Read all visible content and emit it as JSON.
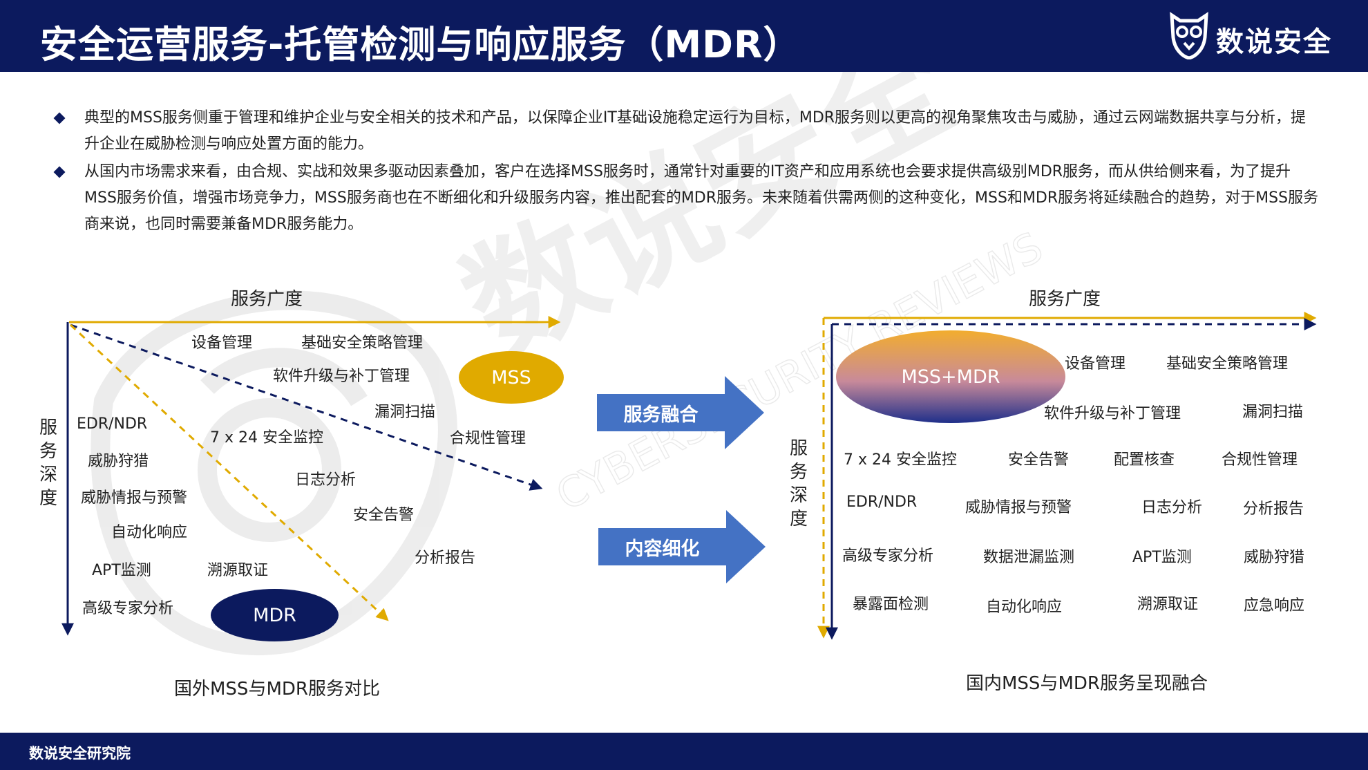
{
  "header": {
    "title": "安全运营服务-托管检测与响应服务（MDR）"
  },
  "logo": {
    "text": "数说安全"
  },
  "footer": {
    "text": "数说安全研究院"
  },
  "colors": {
    "navy": "#0c1a5e",
    "gold": "#e0aa00",
    "arrow_blue": "#4472c4"
  },
  "bullets": [
    "典型的MSS服务侧重于管理和维护企业与安全相关的技术和产品，以保障企业IT基础设施稳定运行为目标，MDR服务则以更高的视角聚焦攻击与威胁，通过云网端数据共享与分析，提升企业在威胁检测与响应处置方面的能力。",
    "从国内市场需求来看，由合规、实战和效果多驱动因素叠加，客户在选择MSS服务时，通常针对重要的IT资产和应用系统也会要求提供高级别MDR服务，而从供给侧来看，为了提升MSS服务价值，增强市场竞争力，MSS服务商也在不断细化和升级服务内容，推出配套的MDR服务。未来随着供需两侧的这种变化，MSS和MDR服务将延续融合的趋势，对于MSS服务商来说，也同时需要兼备MDR服务能力。"
  ],
  "left_diagram": {
    "x_axis_title": "服务广度",
    "y_axis_title": "服务深度",
    "caption": "国外MSS与MDR服务对比",
    "mss_label": "MSS",
    "mdr_label": "MDR",
    "items": [
      "设备管理",
      "基础安全策略管理",
      "软件升级与补丁管理",
      "漏洞扫描",
      "合规性管理",
      "EDR/NDR",
      "7 x 24 安全监控",
      "威胁狩猎",
      "日志分析",
      "威胁情报与预警",
      "安全告警",
      "自动化响应",
      "分析报告",
      "APT监测",
      "溯源取证",
      "高级专家分析"
    ]
  },
  "middle_arrows": {
    "top": "服务融合",
    "bottom": "内容细化"
  },
  "right_diagram": {
    "x_axis_title": "服务广度",
    "y_axis_title": "服务深度",
    "caption": "国内MSS与MDR服务呈现融合",
    "combined_label": "MSS+MDR",
    "items": [
      "设备管理",
      "基础安全策略管理",
      "软件升级与补丁管理",
      "漏洞扫描",
      "7 x 24 安全监控",
      "安全告警",
      "配置核查",
      "合规性管理",
      "EDR/NDR",
      "威胁情报与预警",
      "日志分析",
      "分析报告",
      "高级专家分析",
      "数据泄漏监测",
      "APT监测",
      "威胁狩猎",
      "暴露面检测",
      "自动化响应",
      "溯源取证",
      "应急响应"
    ]
  }
}
